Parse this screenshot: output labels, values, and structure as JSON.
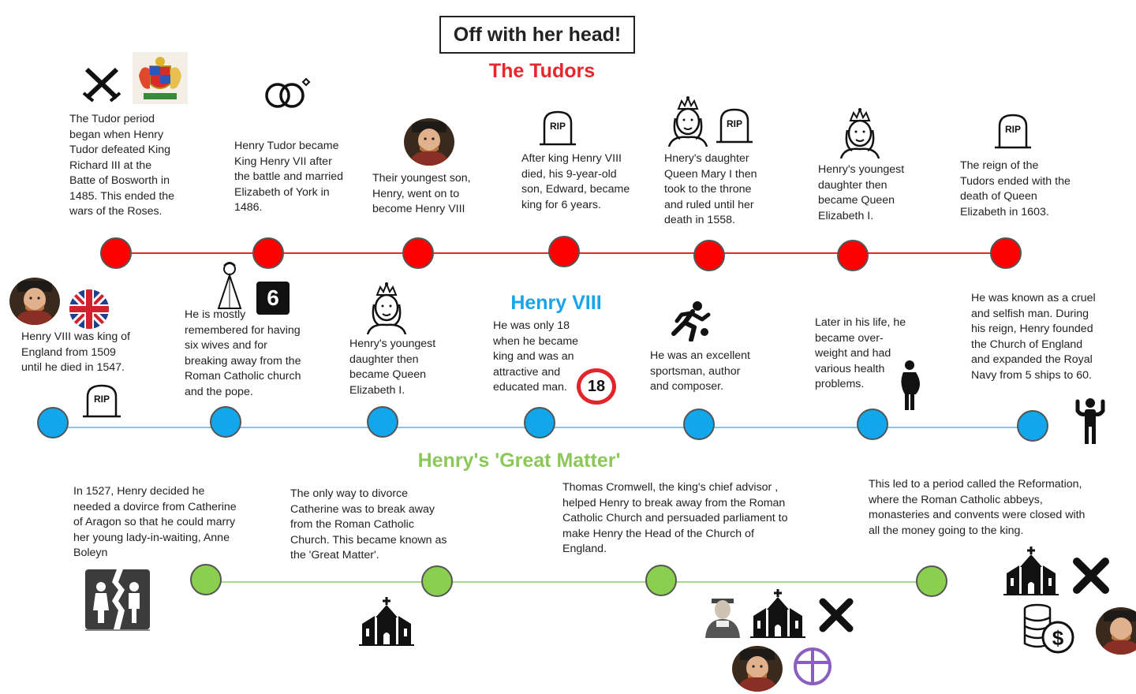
{
  "title": "Off with her head!",
  "subtitle_tudors": "The Tudors",
  "subtitle_henry": "Henry VIII",
  "subtitle_great_matter": "Henry's 'Great Matter'",
  "colors": {
    "red": "#ff0000",
    "blue": "#11a7ea",
    "green": "#8bcf4f",
    "title_red": "#e8262b",
    "title_blue": "#1aa3e8",
    "title_green": "#8cc75a"
  },
  "tudors": [
    "The Tudor period began when Henry Tudor defeated King Richard III at the Batte of Bosworth in 1485. This ended the wars of the Roses.",
    "Henry Tudor became King Henry VII after the battle and married Elizabeth of York in 1486.",
    "Their youngest son, Henry, went on to become Henry VIII",
    "After king Henry VIII died, his 9-year-old son, Edward, became king for 6 years.",
    "Hnery's daughter Queen Mary I then took to the throne and ruled until her death in 1558.",
    "Henry's youngest daughter then became Queen Elizabeth I.",
    "The reign of the Tudors ended with the death of Queen Elizabeth in 1603."
  ],
  "henry": [
    "Henry VIII was king of England from 1509 until he died in 1547.",
    "He is mostly remembered for having six wives and for breaking away from the Roman Catholic church and the pope.",
    "Henry's youngest daughter then became Queen Elizabeth I.",
    "He was only 18 when he became king and was an attractive and educated man.",
    "He was an excellent sportsman, author and composer.",
    "Later in his life, he became over-weight and had various health problems.",
    "He was known as a cruel and selfish man. During his reign, Henry founded the Church of England and expanded the Royal Navy from 5 ships to 60."
  ],
  "great_matter": [
    "In 1527, Henry decided he needed a dovirce from Catherine of Aragon so that he could marry her young lady-in-waiting, Anne Boleyn",
    "The only way to divorce Catherine was to break away from the Roman Catholic Church. This became known as the 'Great Matter'.",
    "Thomas Cromwell, the king's chief advisor , helped Henry to break away from the Roman Catholic Church and persuaded parliament to make Henry the Head of the Church of England.",
    "This led to a period called the Reformation, where the Roman Catholic abbeys, monasteries and convents were closed with all the money going to the king."
  ],
  "badges": {
    "six": "6",
    "eighteen": "18",
    "rip": "RIP"
  },
  "icons": [
    "crossed-swords-icon",
    "royal-coat-of-arms-icon",
    "wedding-rings-icon",
    "henry-portrait-icon",
    "gravestone-icon",
    "queen-icon",
    "union-jack-icon",
    "bride-icon",
    "runner-icon",
    "overweight-man-icon",
    "strong-man-icon",
    "divorce-icon",
    "church-icon",
    "cross-mark-icon",
    "cromwell-portrait-icon",
    "church-of-england-cross-icon",
    "money-icon"
  ]
}
